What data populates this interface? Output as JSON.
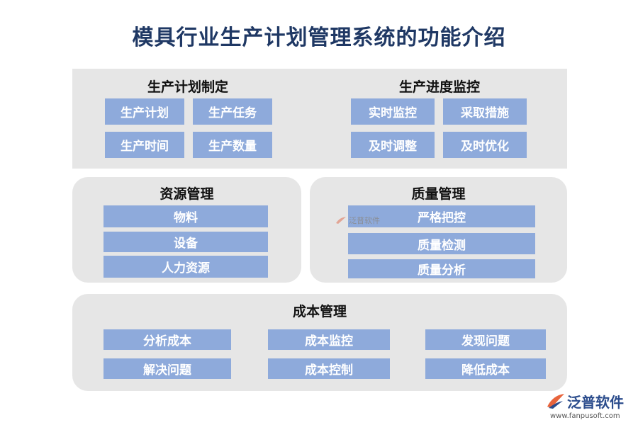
{
  "title": "模具行业生产计划管理系统的功能介绍",
  "sections": {
    "plan": {
      "heading": "生产计划制定",
      "items": [
        "生产计划",
        "生产任务",
        "生产时间",
        "生产数量"
      ]
    },
    "progress": {
      "heading": "生产进度监控",
      "items": [
        "实时监控",
        "采取措施",
        "及时调整",
        "及时优化"
      ]
    },
    "resource": {
      "heading": "资源管理",
      "items": [
        "物料",
        "设备",
        "人力资源"
      ]
    },
    "quality": {
      "heading": "质量管理",
      "items": [
        "严格把控",
        "质量检测",
        "质量分析"
      ]
    },
    "cost": {
      "heading": "成本管理",
      "items": [
        "分析成本",
        "成本监控",
        "发现问题",
        "解决问题",
        "成本控制",
        "降低成本"
      ]
    }
  },
  "watermark": "泛普软件",
  "logo": {
    "name": "泛普软件",
    "url": "www.fanpusoft.com"
  },
  "colors": {
    "title": "#1f3864",
    "box": "#8eaadb",
    "panel": "#e6e6e6"
  }
}
